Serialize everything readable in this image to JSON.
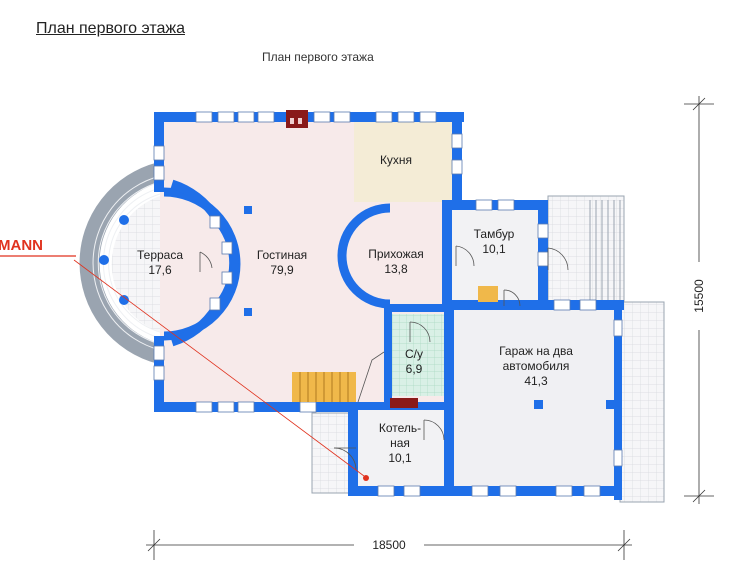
{
  "page_heading": "План первого этажа",
  "plan_caption": "План первого этажа",
  "brand_fragment": "MANN",
  "rooms": [
    {
      "id": "terrace",
      "name": "Терраса",
      "area": "17,6"
    },
    {
      "id": "living",
      "name": "Гостиная",
      "area": "79,9"
    },
    {
      "id": "kitchen",
      "name": "Кухня",
      "area": ""
    },
    {
      "id": "hall",
      "name": "Прихожая",
      "area": "13,8"
    },
    {
      "id": "vestibule",
      "name": "Тамбур",
      "area": "10,1"
    },
    {
      "id": "bathroom",
      "name": "С/у",
      "area": "6,9"
    },
    {
      "id": "garage",
      "name": "Гараж на два",
      "name2": "автомобиля",
      "area": "41,3"
    },
    {
      "id": "boiler",
      "name": "Котель-",
      "name2": "ная",
      "area": "10,1"
    }
  ],
  "dimensions": {
    "width": "18500",
    "depth": "15500"
  },
  "colors": {
    "wall": "#1f6fe8",
    "wall_dark": "#0b3aa8",
    "living_floor": "#f7eaea",
    "kitchen_floor": "#f4ecd6",
    "bath_floor": "#d9f0e6",
    "garage_floor": "#f0f0f3",
    "stairs": "#f0b84a",
    "terrace_ring": "#a9b4c2",
    "chimney": "#8a1a1a",
    "brand": "#e0321e"
  }
}
